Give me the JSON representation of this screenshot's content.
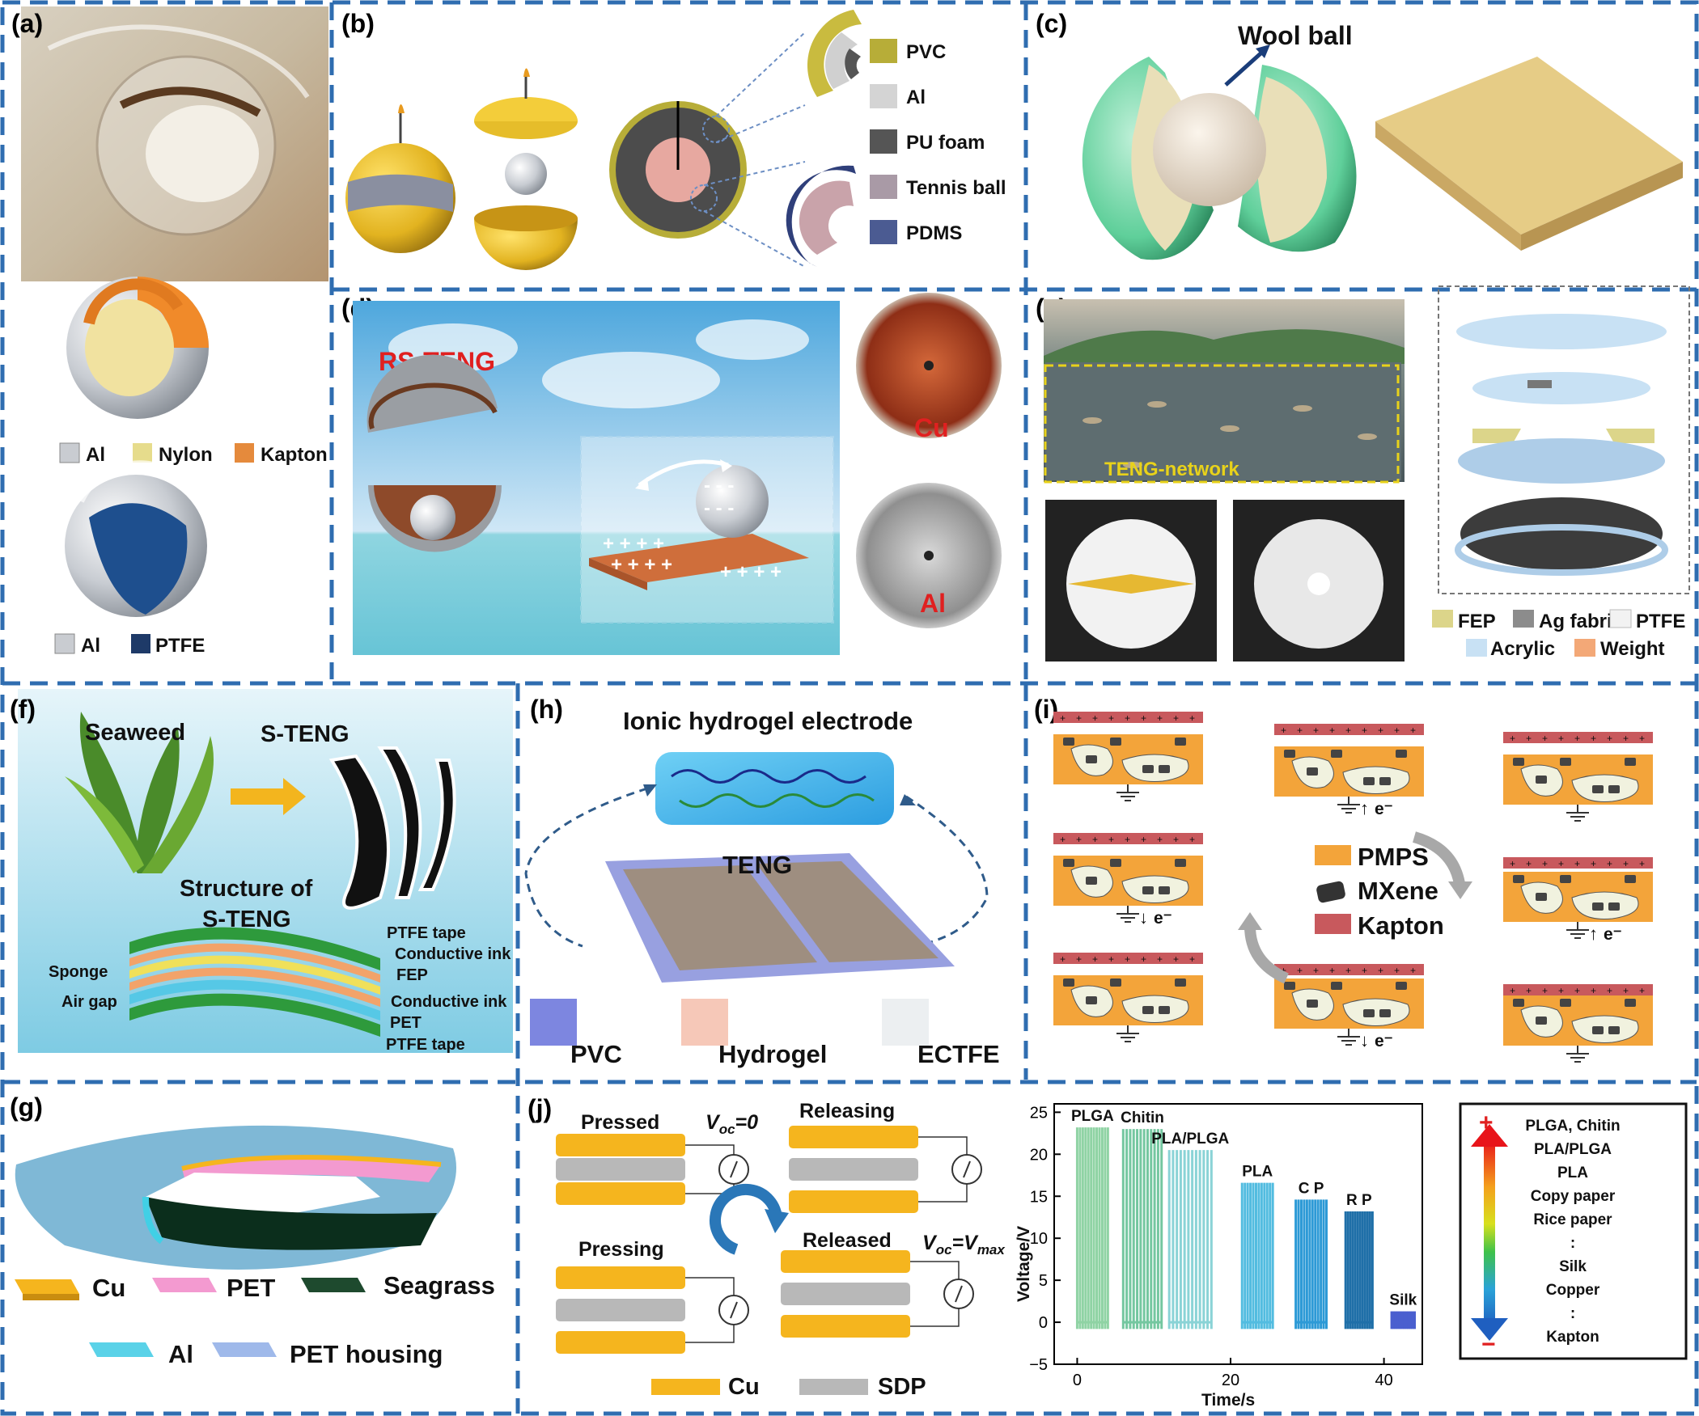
{
  "colors": {
    "divider": "#2f6db0",
    "pvc_yellow": "#c9bb3f",
    "ball_yellow": "#e7c12a",
    "cu": "#f5b51e",
    "pet": "#f39ad0",
    "seagrass": "#1e4a2e",
    "al": "#5ad2e8",
    "pet_housing": "#9fb9ea",
    "sdp": "#b8b8b8",
    "pmps": "#f3a43a",
    "kapton": "#c8595d",
    "sea": "#8fd5e0"
  },
  "panels": {
    "a": {
      "label": "(a)",
      "legend1": [
        {
          "name": "Al",
          "icon": "al-swatch"
        },
        {
          "name": "Nylon",
          "icon": "nylon-swatch"
        },
        {
          "name": "Kapton",
          "icon": "kapton-swatch"
        }
      ],
      "legend2": [
        {
          "name": "Al",
          "icon": "al-swatch"
        },
        {
          "name": "PTFE",
          "icon": "ptfe-swatch"
        }
      ]
    },
    "b": {
      "label": "(b)",
      "legend": [
        {
          "name": "PVC"
        },
        {
          "name": "Al"
        },
        {
          "name": "PU foam"
        },
        {
          "name": "Tennis ball"
        },
        {
          "name": "PDMS"
        }
      ]
    },
    "c": {
      "label": "(c)",
      "callout": "Wool ball"
    },
    "d": {
      "label": "(d)",
      "title": "RS-TENG",
      "plus_row1": "+ + + +",
      "plus_row2": "+ + + +",
      "plus_row3": "+ + + +",
      "minus": "- - -",
      "cu": "Cu",
      "al": "Al"
    },
    "e": {
      "label": "(e)",
      "network": "TENG-network",
      "legend": [
        {
          "name": "FEP"
        },
        {
          "name": "Ag fabric"
        },
        {
          "name": "PTFE"
        },
        {
          "name": "Acrylic"
        },
        {
          "name": "Weight"
        }
      ]
    },
    "f": {
      "label": "(f)",
      "seaweed": "Seaweed",
      "steng": "S-TENG",
      "structure_line1": "Structure of",
      "structure_line2": "S-TENG",
      "layers_right": [
        "PTFE tape",
        "Conductive ink",
        "FEP",
        "Conductive ink",
        "PET",
        "PTFE tape"
      ],
      "layers_left": [
        "Sponge",
        "Air gap"
      ]
    },
    "g": {
      "label": "(g)",
      "legend": [
        {
          "name": "Cu"
        },
        {
          "name": "PET"
        },
        {
          "name": "Seagrass"
        },
        {
          "name": "Al"
        },
        {
          "name": "PET housing"
        }
      ]
    },
    "h": {
      "label": "(h)",
      "title": "Ionic hydrogel electrode",
      "teng": "TENG",
      "legend": [
        {
          "name": "PVC"
        },
        {
          "name": "Hydrogel"
        },
        {
          "name": "ECTFE"
        }
      ]
    },
    "i": {
      "label": "(i)",
      "legend": [
        {
          "name": "PMPS"
        },
        {
          "name": "MXene"
        },
        {
          "name": "Kapton"
        }
      ],
      "electron": "e⁻",
      "up_arrow": "↑",
      "down_arrow": "↓"
    },
    "j": {
      "label": "(j)",
      "states": [
        "Pressed",
        "Releasing",
        "Pressing",
        "Released"
      ],
      "voc0": "V",
      "voc0_sub": "oc",
      "voc0_tail": "=0",
      "vocmax": "V",
      "vocmax_sub": "oc",
      "vocmax_mid": "=V",
      "vocmax_sub2": "max",
      "legend": [
        {
          "name": "Cu"
        },
        {
          "name": "SDP"
        }
      ],
      "series_rank": [
        "PLGA, Chitin",
        "PLA/PLGA",
        "PLA",
        "Copy paper",
        "Rice paper",
        ":",
        "Silk",
        "Copper",
        ":",
        "Kapton"
      ],
      "rank_plus": "+",
      "rank_minus": "−"
    }
  },
  "chart_data": {
    "type": "line",
    "xlabel": "Time/s",
    "ylabel": "Voltage/V",
    "xlim": [
      -3,
      45
    ],
    "ylim": [
      -5,
      26
    ],
    "xticks": [
      0,
      20,
      40
    ],
    "yticks": [
      -5,
      0,
      5,
      10,
      15,
      20,
      25
    ],
    "series": [
      {
        "name": "PLGA",
        "x": [
          0,
          4
        ],
        "peak": 23.2,
        "color": "#8fd3a4"
      },
      {
        "name": "Chitin",
        "x": [
          6,
          11
        ],
        "peak": 23.0,
        "color": "#74c7a0"
      },
      {
        "name": "PLA/PLGA",
        "x": [
          12,
          17.5
        ],
        "peak": 20.5,
        "color": "#8ad3d6"
      },
      {
        "name": "PLA",
        "x": [
          21.5,
          25.5
        ],
        "peak": 16.6,
        "color": "#52bce0"
      },
      {
        "name": "C P",
        "x": [
          28.5,
          32.5
        ],
        "peak": 14.6,
        "color": "#2d9ad6"
      },
      {
        "name": "R P",
        "x": [
          35,
          38.5
        ],
        "peak": 13.2,
        "color": "#1f6fa8"
      },
      {
        "name": "Silk",
        "x": [
          41,
          44
        ],
        "peak": 1.3,
        "color": "#4a5fcf"
      }
    ]
  }
}
